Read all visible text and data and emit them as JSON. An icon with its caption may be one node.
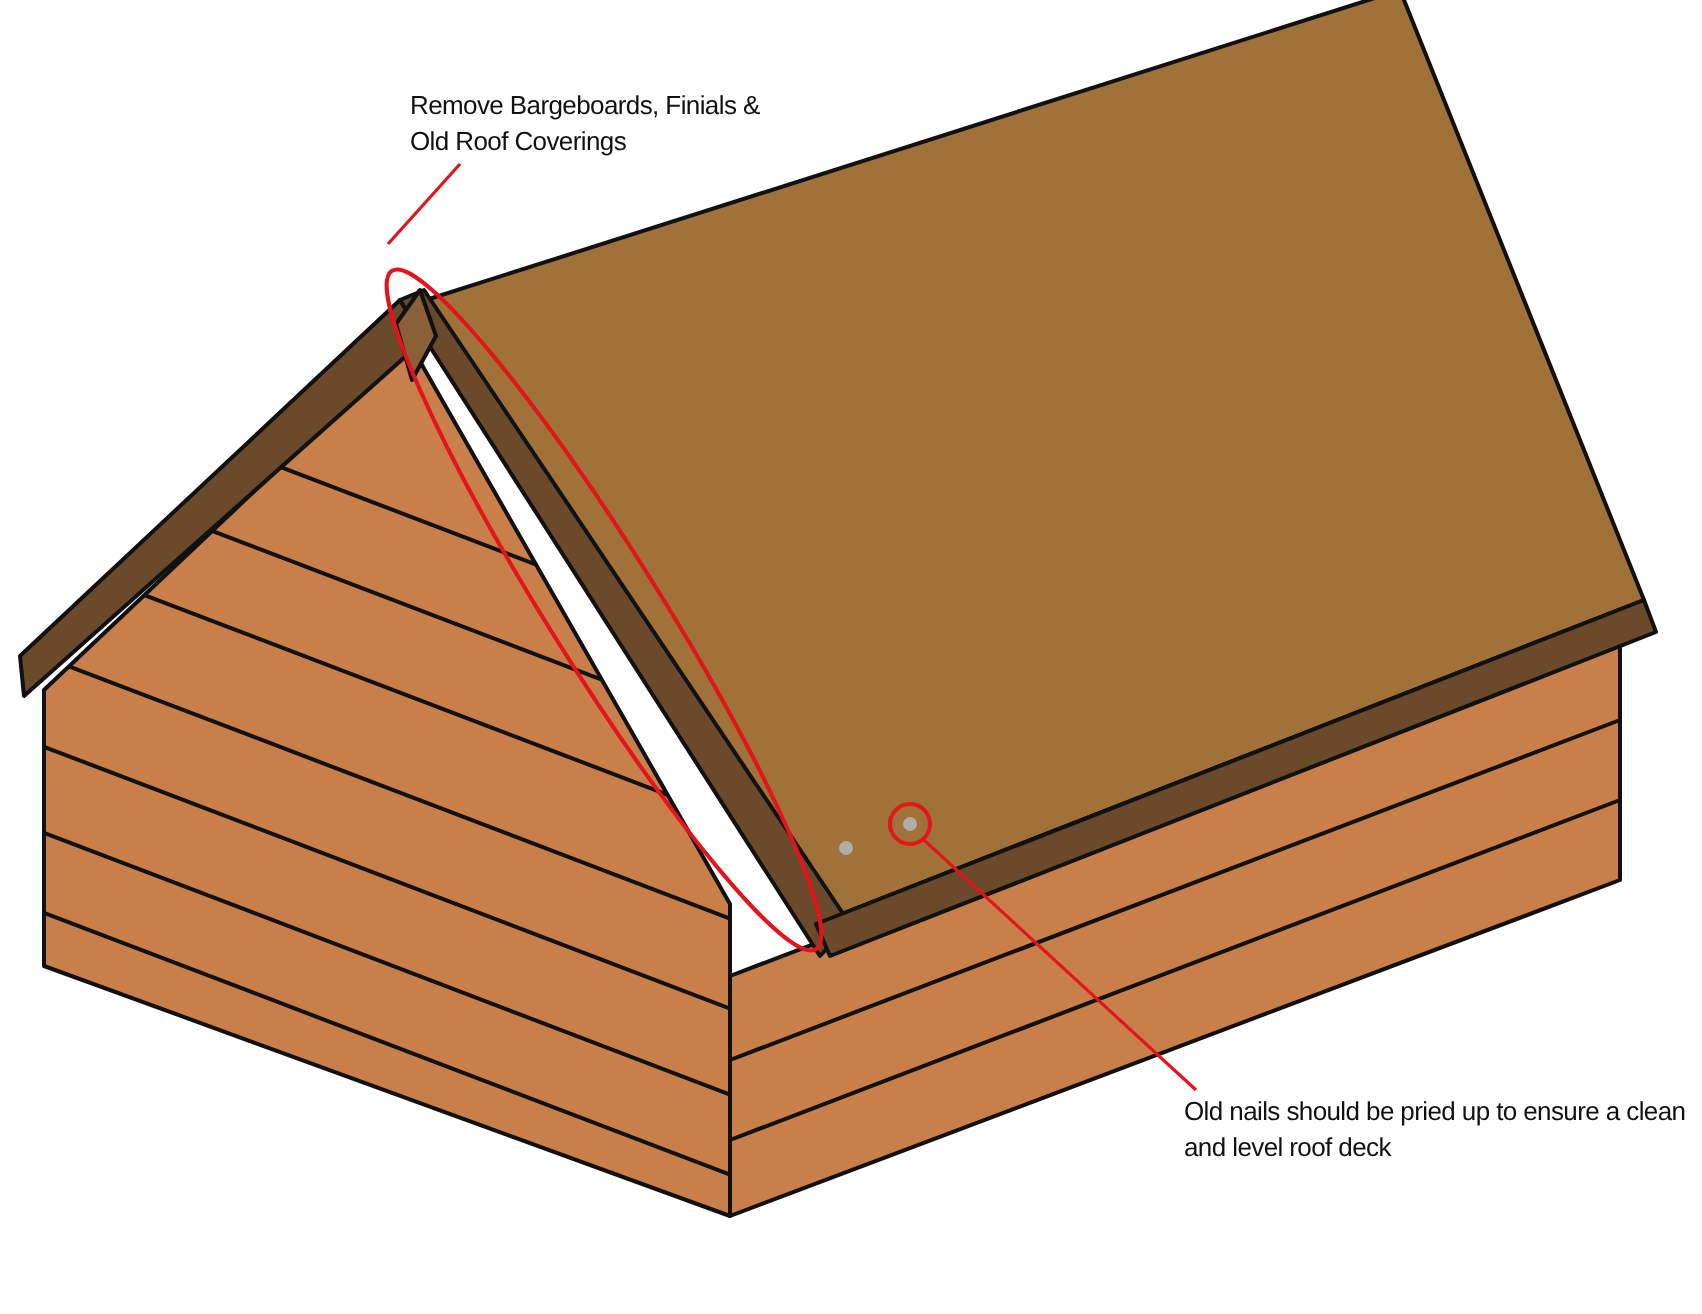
{
  "diagram": {
    "nodes": [
      {
        "text": [
          "Remove Bargeboards, Finials & Old Roof Coverings"
        ]
      },
      {
        "text": [],
        "shape": "circle"
      },
      {
        "text": [],
        "shape": "circle"
      },
      {
        "text": [
          "Old nails should be pried up to ensure a clean and level roof deck"
        ]
      }
    ],
    "edges": [
      {
        "from": 0,
        "to": 1,
        "arrow": "none",
        "color": "#e3141b"
      },
      {
        "from": 3,
        "to": 2,
        "arrow": "none",
        "color": "#e3141b"
      }
    ]
  }
}
